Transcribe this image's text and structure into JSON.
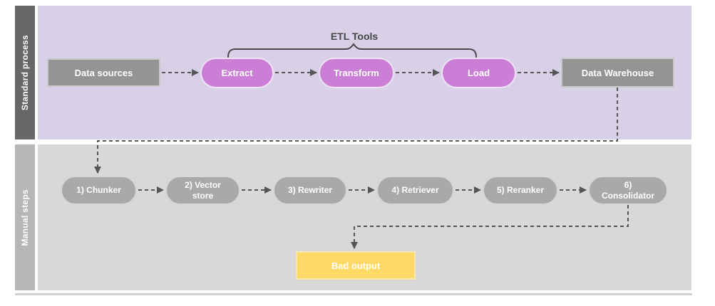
{
  "diagram": {
    "lanes": {
      "standard": {
        "label": "Standard process"
      },
      "manual": {
        "label": "Manual steps"
      }
    },
    "standard": {
      "data_sources": "Data sources",
      "extract": "Extract",
      "transform": "Transform",
      "load": "Load",
      "data_warehouse": "Data Warehouse",
      "brace_label": "ETL Tools"
    },
    "manual": {
      "chunker": "1) Chunker",
      "vector_store": "2) Vector\nstore",
      "rewriter": "3) Rewriter",
      "retriever": "4) Retriever",
      "reranker": "5) Reranker",
      "consolidator": "6)\nConsolidator",
      "bad_output": "Bad output"
    },
    "colors": {
      "standard_lane_bg": "#d7d0e7",
      "manual_lane_bg": "#d8d8d8",
      "standard_label_bar": "#686868",
      "manual_label_bar": "#b6b6b6",
      "etl_pill_fill": "#cb7ed6",
      "gray_box_fill": "#949494",
      "manual_pill_fill": "#a9a9a9",
      "bad_output_fill": "#fed966",
      "connector_stroke": "#565656",
      "brace_stroke": "#4b4b4b"
    }
  }
}
